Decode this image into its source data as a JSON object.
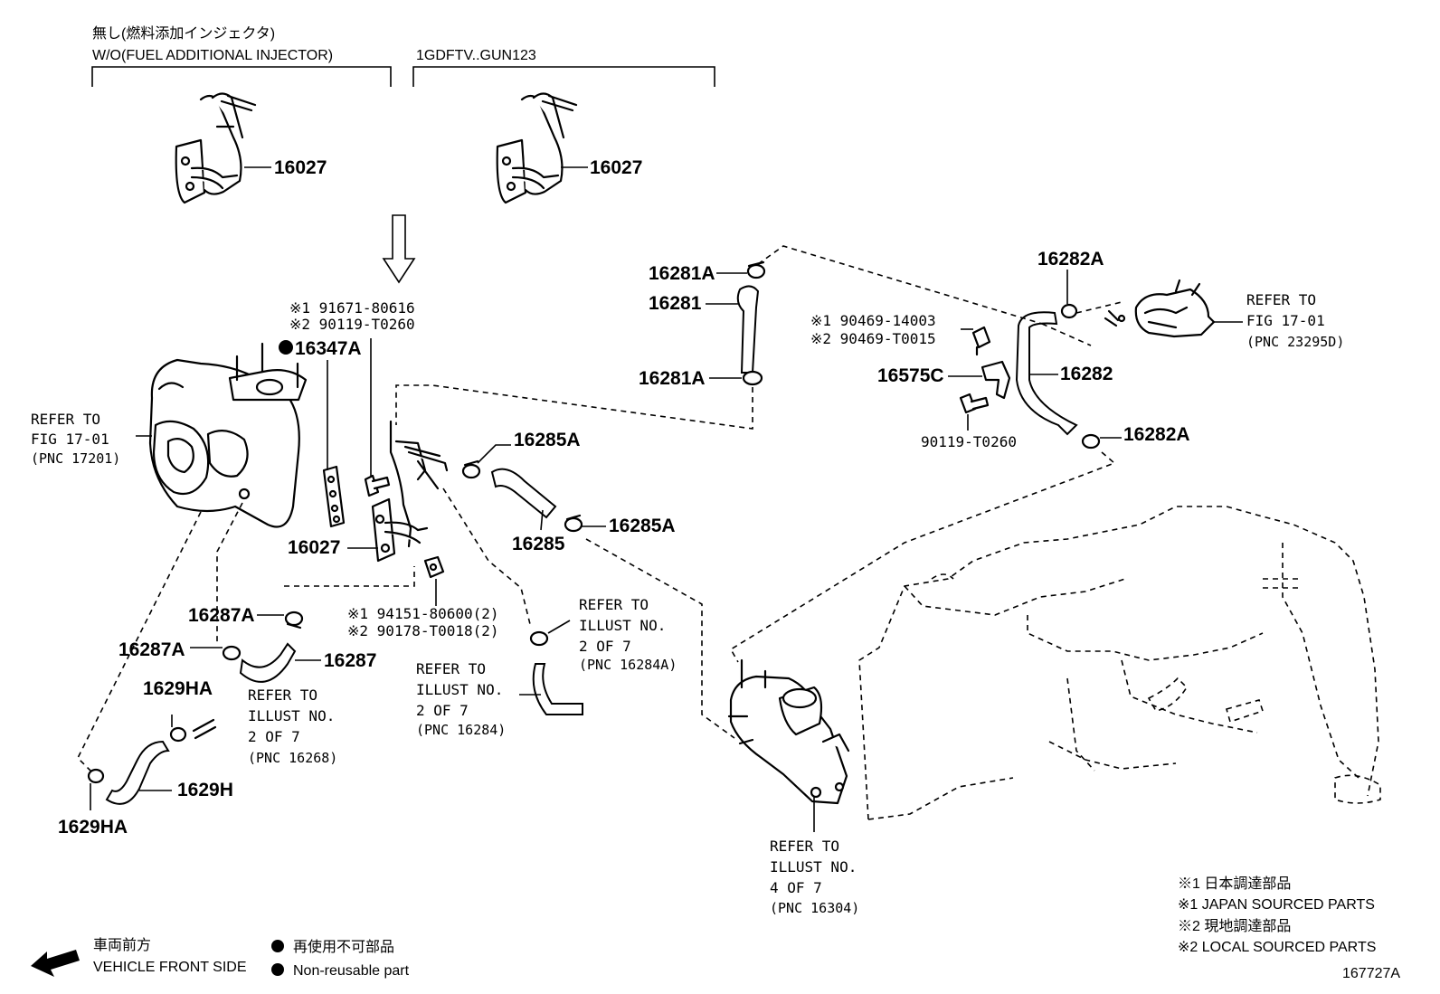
{
  "headers": {
    "wo_injector_jp": "無し(燃料添加インジェクタ)",
    "wo_injector_en": "W/O(FUEL ADDITIONAL INJECTOR)",
    "engine_code": "1GDFTV..GUN123"
  },
  "parts": {
    "p16027_a": "16027",
    "p16027_b": "16027",
    "p16027_c": "16027",
    "p16347A": "16347A",
    "p16281A_top": "16281A",
    "p16281": "16281",
    "p16281A_bot": "16281A",
    "p16282A_top": "16282A",
    "p16282": "16282",
    "p16282A_bot": "16282A",
    "p16575C": "16575C",
    "p16285A_top": "16285A",
    "p16285": "16285",
    "p16285A_bot": "16285A",
    "p16287A_top": "16287A",
    "p16287A_bot": "16287A",
    "p16287": "16287",
    "p1629HA_top": "1629HA",
    "p1629H": "1629H",
    "p1629HA_bot": "1629HA"
  },
  "codes": {
    "c91671_a": "※1 91671-80616",
    "c91671_b": "※2 90119-T0260",
    "c90469_a": "※1 90469-14003",
    "c90469_b": "※2 90469-T0015",
    "c90119": "90119-T0260",
    "c94151_a": "※1 94151-80600(2)",
    "c94151_b": "※2 90178-T0018(2)"
  },
  "refs": {
    "r17201": [
      "REFER TO",
      "FIG 17-01",
      "(PNC 17201)"
    ],
    "r23295": [
      "REFER TO",
      "FIG 17-01",
      "(PNC 23295D)"
    ],
    "r16268": [
      "REFER TO",
      "ILLUST NO.",
      "2 OF 7",
      "(PNC 16268)"
    ],
    "r16284": [
      "REFER TO",
      "ILLUST NO.",
      "2 OF 7",
      "(PNC 16284)"
    ],
    "r16284A": [
      "REFER TO",
      "ILLUST NO.",
      "2 OF 7",
      "(PNC 16284A)"
    ],
    "r16304": [
      "REFER TO",
      "ILLUST NO.",
      "4 OF 7",
      "(PNC 16304)"
    ]
  },
  "legend": {
    "jp_sourced_jp": "※1 日本調達部品",
    "jp_sourced_en": "※1 JAPAN SOURCED PARTS",
    "local_sourced_jp": "※2 現地調達部品",
    "local_sourced_en": "※2 LOCAL SOURCED PARTS",
    "front_jp": "車両前方",
    "front_en": "VEHICLE FRONT SIDE",
    "nonreuse_jp": "再使用不可部品",
    "nonreuse_en": "Non-reusable part",
    "figure_id": "167727A"
  }
}
